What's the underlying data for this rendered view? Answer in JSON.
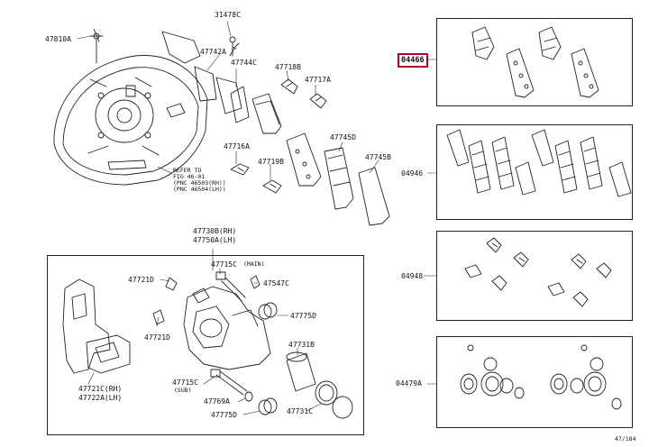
{
  "diagram": {
    "part_labels": {
      "p31478C": "31478C",
      "p47810A": "47810A",
      "p47742A": "47742A",
      "p47744C": "47744C",
      "p47718B": "47718B",
      "p47717A": "47717A",
      "p47716A": "47716A",
      "p47719B": "47719B",
      "p47745D": "47745D",
      "p47745B": "47745B",
      "p47730B": "47730B(RH)",
      "p47750A": "47750A(LH)",
      "p47715C_main": "47715C",
      "main_tag": "(MAIN)",
      "p47721D_a": "47721D",
      "p47547C": "47547C",
      "p47775D_a": "47775D",
      "p47721D_b": "47721D",
      "p47731B": "47731B",
      "p47721C": "47721C(RH)",
      "p47722A": "47722A(LH)",
      "p47715C_sub": "47715C",
      "sub_tag": "(SUB)",
      "p47769A": "47769A",
      "p47775D_b": "47775D",
      "p47731C": "47731C"
    },
    "refer_note": [
      "REFER TO",
      "FIG 46-01",
      "(PNC 46503(RH))",
      "(PNC 46504(LH))"
    ],
    "kit_labels": {
      "k04466": "04466",
      "k04946": "04946",
      "k04948": "04948",
      "k04479A": "04479A"
    },
    "page_ref": "47/184",
    "highlight_color": "#b0002a"
  }
}
